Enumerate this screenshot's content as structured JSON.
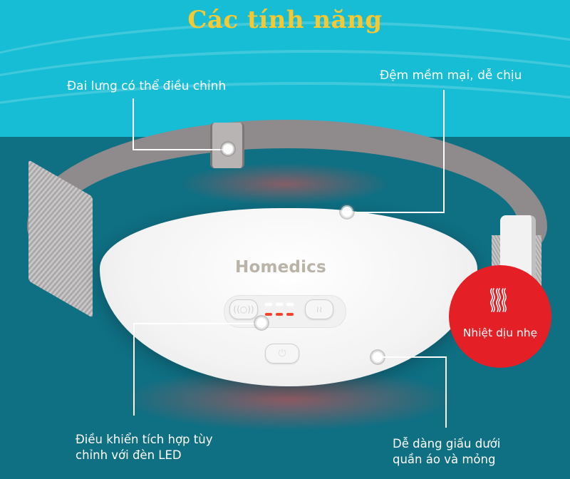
{
  "title": "Các tính năng",
  "brand": "Homedics",
  "colors": {
    "top_band": "#17bdd5",
    "bottom_bg": "#0f6f83",
    "title": "#f7c830",
    "badge": "#e41f25",
    "led_white": "#ffffff",
    "led_red": "#f2432c"
  },
  "callouts": {
    "adjustable_belt": "Đai lưng có thể điều chỉnh",
    "soft_padding": "Đệm mềm mại, dễ chịu",
    "controls_line1": "Điều khiển tích hợp tùy",
    "controls_line2": "chỉnh với đèn LED",
    "hidden_line1": "Dễ dàng giấu dưới",
    "hidden_line2": "quần áo và mỏng"
  },
  "badge": {
    "icon": "heat-waves-icon",
    "label": "Nhiệt dịu nhẹ"
  },
  "device": {
    "buttons": [
      {
        "name": "vibration-mode-button",
        "icon": "vibration-icon"
      },
      {
        "name": "heat-mode-button",
        "icon": "heat-icon"
      },
      {
        "name": "power-button",
        "icon": "power-icon"
      }
    ],
    "led_rows": {
      "white": 3,
      "red": 3
    }
  }
}
